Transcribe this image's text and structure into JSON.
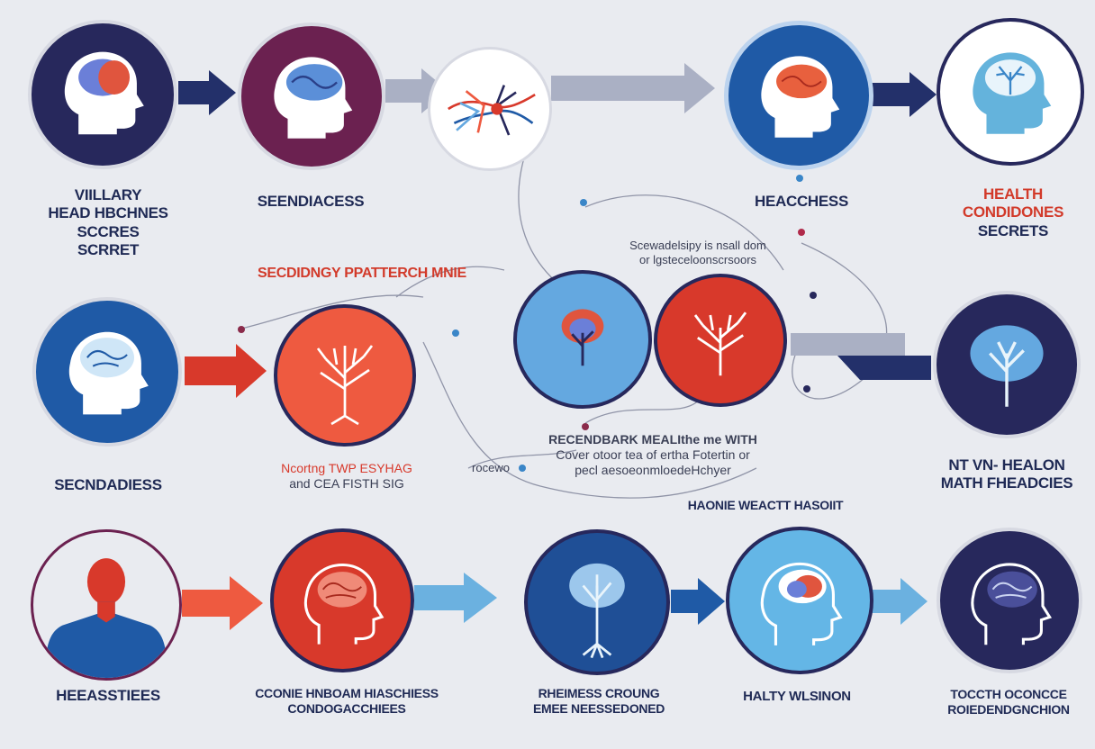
{
  "colors": {
    "background": "#e9ebf0",
    "navy": "#27285c",
    "royal_blue": "#1f5aa6",
    "light_blue": "#64a8e0",
    "red": "#d8392b",
    "coral": "#ee5a40",
    "plum": "#6b2150",
    "arrow_dark": "#23306a",
    "arrow_red": "#e2452f",
    "arrow_light": "#6bb1e0",
    "arrow_grey": "#aab0c4"
  },
  "row1": {
    "label1": [
      "VIILLARY",
      "HEAD HBCHNES",
      "SCCRES",
      "SCRRET"
    ],
    "label2": "SEENDIACESS",
    "label4": "HEACCHESS",
    "label5": [
      "HEALTH",
      "CONDIDONES",
      "SECRETS"
    ]
  },
  "center": {
    "title": "SECDIDNGY PPATTERCH MNIE",
    "note": [
      "Scewadelsipy is nsall dom",
      "or lgsteceloonscrsoors"
    ],
    "bottom": [
      "RECENDBARK MEALIthe me WITH",
      "Cover otoor tea of ertha Fotertin or",
      "pecl aesoeonmloedeHchyer"
    ],
    "small_left": "rocewo",
    "caption": "HAONIE WEACTT HASOIIT"
  },
  "row2": {
    "label1": "SECNDADIESS",
    "label2": [
      "Ncortng TWP ESYHAG",
      "and CEA FISTH SIG"
    ],
    "label5": [
      "NT VN- HEALON",
      "MATH FHEADCIES"
    ]
  },
  "row3": {
    "label1": "HEEASSTIEES",
    "label2": [
      "CCONIE HNBOAM HIASCHIESS",
      "CONDOGACCHIEES"
    ],
    "label3": [
      "RHEIMESS CROUNG",
      "EMEE NEESSEDONED"
    ],
    "label4": "HALTY WLSINON",
    "label5": [
      "TOCCTH OCONCCE",
      "ROIEDENDGNCHION"
    ]
  },
  "icons": {
    "r1n1": "brain-head-icon",
    "r1n2": "brain-head-icon",
    "r1n3": "neuron-icon",
    "r1n4": "brain-head-icon",
    "r1n5": "brain-head-icon",
    "r2n1": "brain-head-icon",
    "r2n2": "tree-icon",
    "c1": "tree-icon",
    "c2": "tree-icon",
    "r2n5": "tree-icon",
    "r3n1": "person-icon",
    "r3n2": "brain-head-icon",
    "r3n3": "tree-icon",
    "r3n4": "brain-head-icon",
    "r3n5": "brain-head-icon"
  }
}
